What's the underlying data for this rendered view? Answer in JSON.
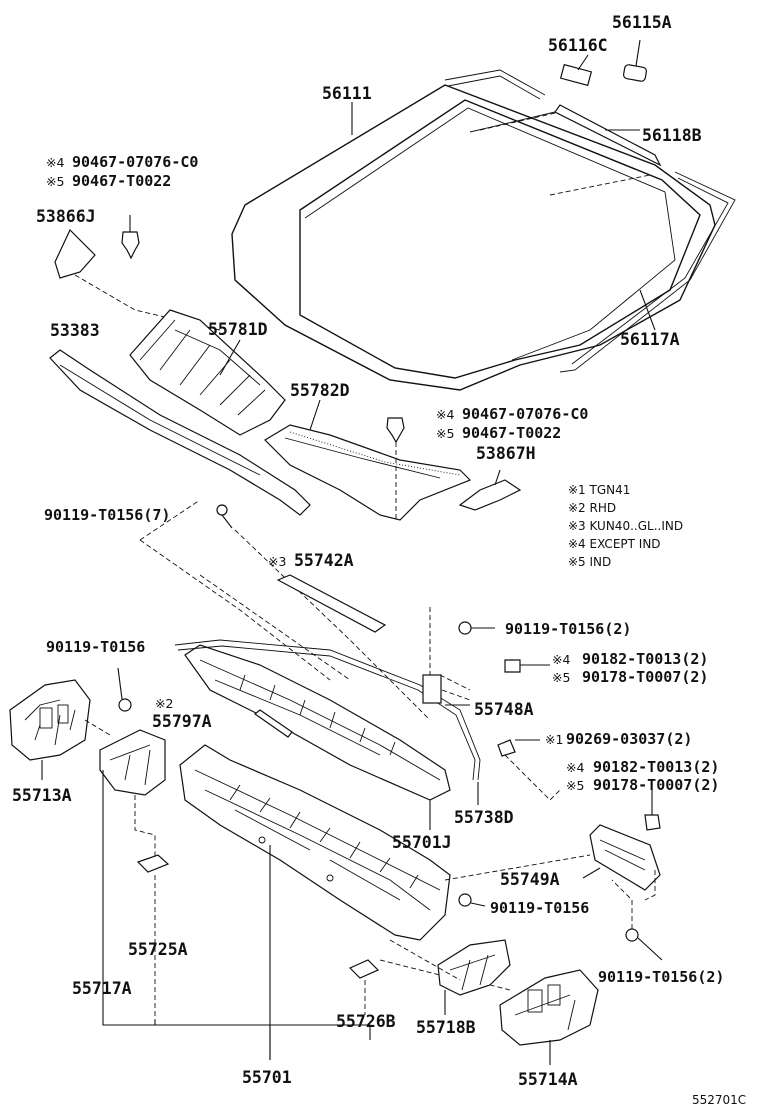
{
  "parts": {
    "p56115A": "56115A",
    "p56116C": "56116C",
    "p56111": "56111",
    "p56118B": "56118B",
    "p56117A": "56117A",
    "clip_top_a": "90467-07076-C0",
    "clip_top_b": "90467-T0022",
    "p53866J": "53866J",
    "p53383": "53383",
    "p55781D": "55781D",
    "p55782D": "55782D",
    "clip_mid_a": "90467-07076-C0",
    "clip_mid_b": "90467-T0022",
    "p53867H": "53867H",
    "bolt_7": "90119-T0156(7)",
    "p55742A": "55742A",
    "bolt_2a": "90119-T0156(2)",
    "bolt_1": "90119-T0156",
    "nut_a1": "90182-T0013(2)",
    "nut_a2": "90178-T0007(2)",
    "p55797A": "55797A",
    "p55748A": "55748A",
    "p55713A": "55713A",
    "clip_x1": "90269-03037(2)",
    "nut_b1": "90182-T0013(2)",
    "nut_b2": "90178-T0007(2)",
    "p55738D": "55738D",
    "p55701J": "55701J",
    "p55749A": "55749A",
    "bolt_mid": "90119-T0156",
    "p55725A": "55725A",
    "p55717A": "55717A",
    "bolt_2b": "90119-T0156(2)",
    "p55726B": "55726B",
    "p55718B": "55718B",
    "p55701": "55701",
    "p55714A": "55714A"
  },
  "marks": {
    "m4": "※4",
    "m5": "※5",
    "m3": "※3",
    "m2": "※2",
    "m1": "※1"
  },
  "legend": [
    "※1 TGN41",
    "※2 RHD",
    "※3 KUN40..GL..IND",
    "※4 EXCEPT IND",
    "※5 IND"
  ],
  "diagram_ref": "552701C"
}
